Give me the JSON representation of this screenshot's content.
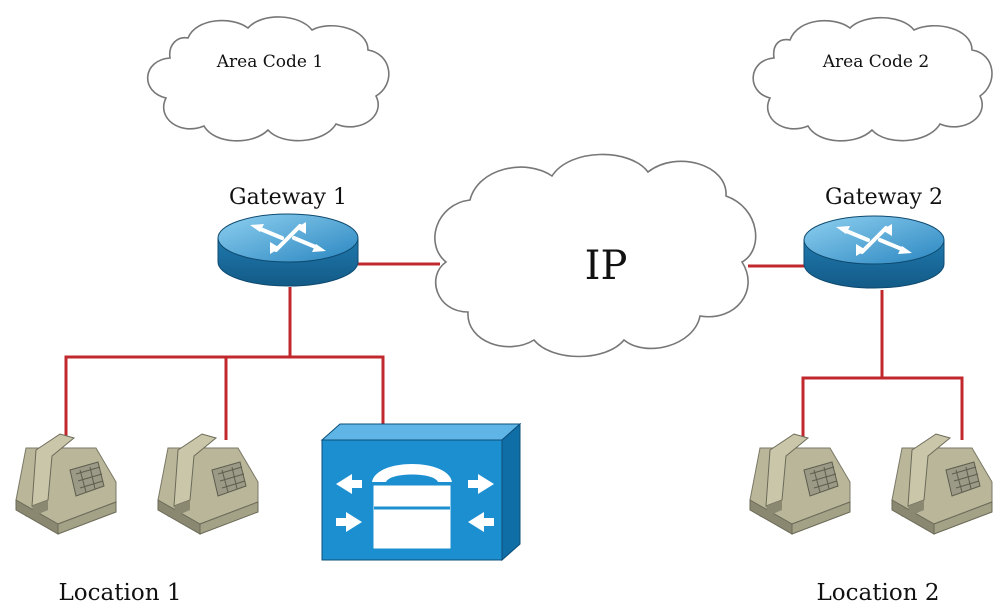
{
  "diagram": {
    "clouds": {
      "area_code_1": "Area Code 1",
      "area_code_2": "Area Code 2",
      "ip": "IP"
    },
    "gateways": {
      "gateway_1": "Gateway 1",
      "gateway_2": "Gateway 2"
    },
    "locations": {
      "location_1": "Location 1",
      "location_2": "Location 2"
    },
    "colors": {
      "link": "#c0282e",
      "router": "#2a8fc4",
      "phone": "#b9b69a",
      "pbx": "#1c8fd0"
    },
    "icons": [
      "cloud-icon",
      "router-icon",
      "phone-icon",
      "call-manager-icon"
    ]
  }
}
